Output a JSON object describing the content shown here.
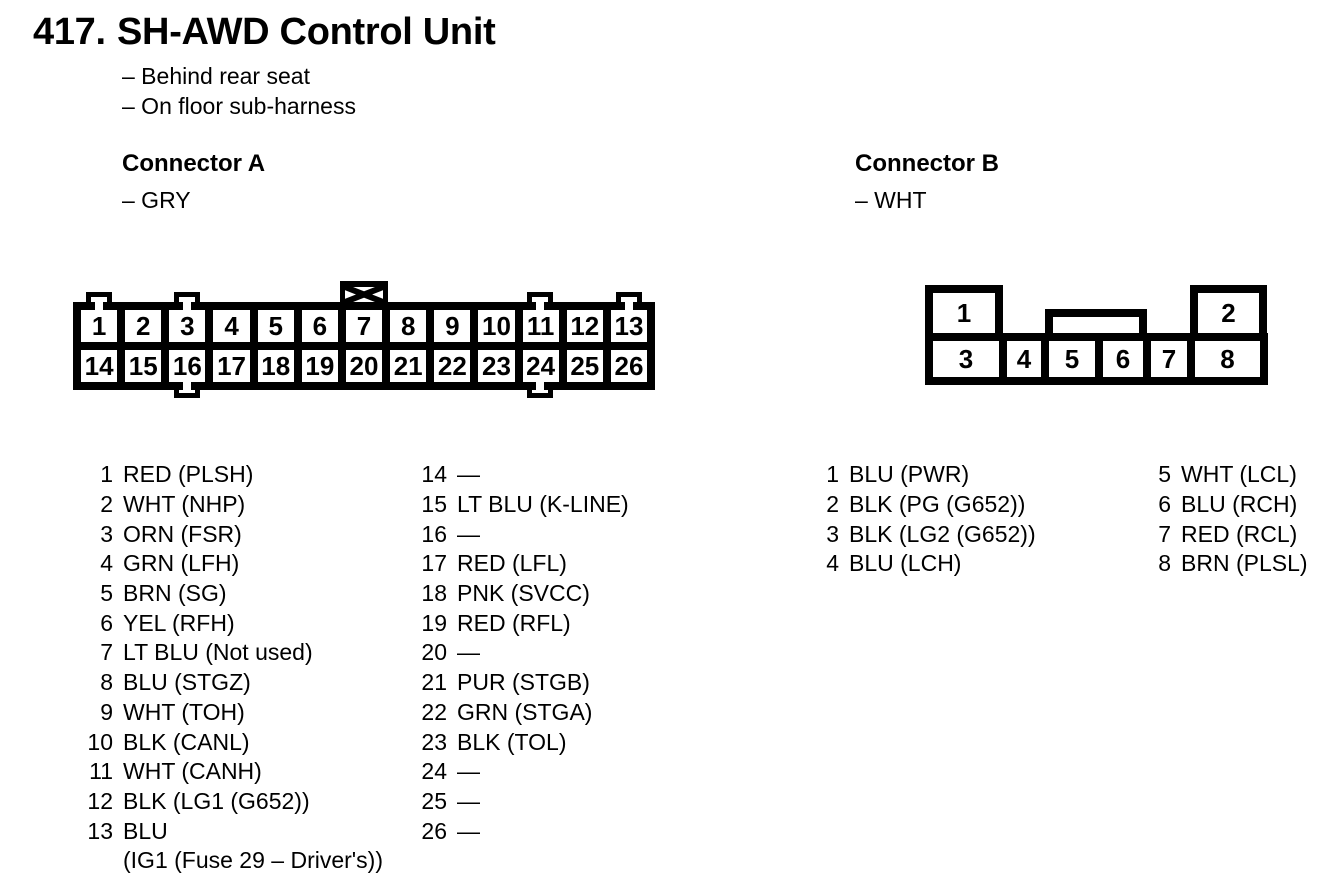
{
  "page": {
    "section_number": "417.",
    "title": "SH-AWD Control Unit",
    "location_notes": [
      "– Behind rear seat",
      "– On floor sub-harness"
    ]
  },
  "colors": {
    "ink": "#000000",
    "paper": "#ffffff"
  },
  "icons": {
    "connector_a_lock": "x-cross-lock-tab",
    "index_tabs": "keyway-tab"
  },
  "connector_a": {
    "heading": "Connector A",
    "color_note": "– GRY",
    "diagram": {
      "top_row_pins": [
        "1",
        "2",
        "3",
        "4",
        "5",
        "6",
        "7",
        "8",
        "9",
        "10",
        "11",
        "12",
        "13"
      ],
      "bottom_row_pins": [
        "14",
        "15",
        "16",
        "17",
        "18",
        "19",
        "20",
        "21",
        "22",
        "23",
        "24",
        "25",
        "26"
      ]
    },
    "pins_left": [
      {
        "n": "1",
        "t": "RED (PLSH)"
      },
      {
        "n": "2",
        "t": "WHT (NHP)"
      },
      {
        "n": "3",
        "t": "ORN (FSR)"
      },
      {
        "n": "4",
        "t": "GRN (LFH)"
      },
      {
        "n": "5",
        "t": "BRN (SG)"
      },
      {
        "n": "6",
        "t": "YEL (RFH)"
      },
      {
        "n": "7",
        "t": "LT BLU (Not used)"
      },
      {
        "n": "8",
        "t": "BLU (STGZ)"
      },
      {
        "n": "9",
        "t": "WHT (TOH)"
      },
      {
        "n": "10",
        "t": "BLK (CANL)"
      },
      {
        "n": "11",
        "t": "WHT (CANH)"
      },
      {
        "n": "12",
        "t": "BLK (LG1 (G652))"
      },
      {
        "n": "13",
        "t": "BLU",
        "t2": "(IG1 (Fuse 29 – Driver's))"
      }
    ],
    "pins_right": [
      {
        "n": "14",
        "t": "—"
      },
      {
        "n": "15",
        "t": "LT BLU (K-LINE)"
      },
      {
        "n": "16",
        "t": "—"
      },
      {
        "n": "17",
        "t": "RED (LFL)"
      },
      {
        "n": "18",
        "t": "PNK (SVCC)"
      },
      {
        "n": "19",
        "t": "RED (RFL)"
      },
      {
        "n": "20",
        "t": "—"
      },
      {
        "n": "21",
        "t": "PUR (STGB)"
      },
      {
        "n": "22",
        "t": "GRN (STGA)"
      },
      {
        "n": "23",
        "t": "BLK (TOL)"
      },
      {
        "n": "24",
        "t": "—"
      },
      {
        "n": "25",
        "t": "—"
      },
      {
        "n": "26",
        "t": "—"
      }
    ]
  },
  "connector_b": {
    "heading": "Connector B",
    "color_note": "– WHT",
    "diagram": {
      "top_pins": [
        "1",
        "2"
      ],
      "bottom_row_pins": [
        "3",
        "4",
        "5",
        "6",
        "7",
        "8"
      ]
    },
    "pins_left": [
      {
        "n": "1",
        "t": "BLU (PWR)"
      },
      {
        "n": "2",
        "t": "BLK (PG (G652))"
      },
      {
        "n": "3",
        "t": "BLK (LG2 (G652))"
      },
      {
        "n": "4",
        "t": "BLU (LCH)"
      }
    ],
    "pins_right": [
      {
        "n": "5",
        "t": "WHT (LCL)"
      },
      {
        "n": "6",
        "t": "BLU (RCH)"
      },
      {
        "n": "7",
        "t": "RED (RCL)"
      },
      {
        "n": "8",
        "t": "BRN (PLSL)"
      }
    ]
  }
}
